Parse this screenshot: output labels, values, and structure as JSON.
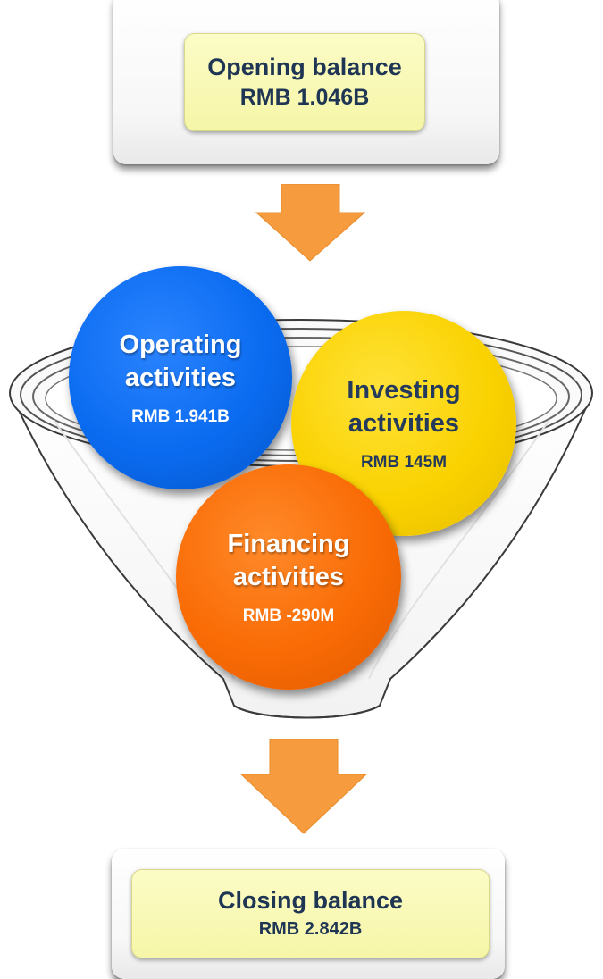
{
  "opening": {
    "title": "Opening balance",
    "amount": "RMB 1.046B"
  },
  "activities": [
    {
      "title_line1": "Operating",
      "title_line2": "activities",
      "amount": "RMB 1.941B",
      "color": "#0a6bf0",
      "text_color": "#ffffff"
    },
    {
      "title_line1": "Investing",
      "title_line2": "activities",
      "amount": "RMB 145M",
      "color": "#fad200",
      "text_color": "#243a5c"
    },
    {
      "title_line1": "Financing",
      "title_line2": "activities",
      "amount": "RMB -290M",
      "color": "#f96b05",
      "text_color": "#ffffff"
    }
  ],
  "closing": {
    "title": "Closing balance",
    "amount": "RMB 2.842B"
  },
  "colors": {
    "arrow": "#f69b3e",
    "box_fill": "#f8f9b4",
    "box_text": "#1f3554"
  }
}
